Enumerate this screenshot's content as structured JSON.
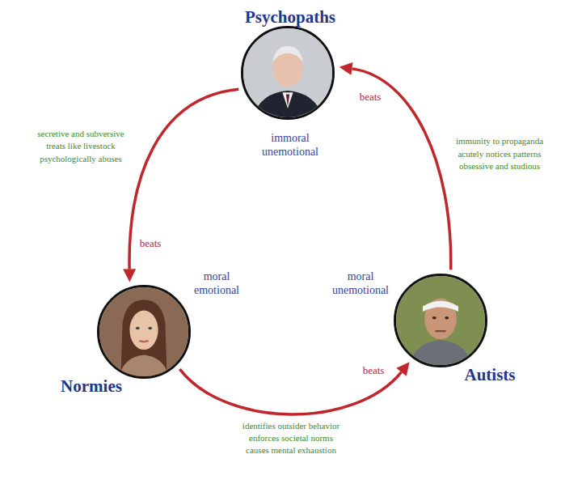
{
  "diagram": {
    "nodes": [
      {
        "text": [
          "Psychopaths",
          "immoral unemotional"
        ]
      },
      {
        "text": [
          "Normies",
          "moral emotional"
        ]
      },
      {
        "text": [
          "Autists",
          "moral unemotional"
        ]
      }
    ],
    "edges": [
      {
        "from": 0,
        "to": 1,
        "label": "beats",
        "arrow": "to"
      },
      {
        "from": 1,
        "to": 2,
        "label": "beats",
        "arrow": "to"
      },
      {
        "from": 2,
        "to": 0,
        "label": "beats",
        "arrow": "to"
      }
    ],
    "labels": [
      "secretive and subversive",
      "treats like livestock",
      "psychologically abuses",
      "immunity to propaganda",
      "acutely notices patterns",
      "obsessive and studious",
      "identifies outsider behavior",
      "enforces societal norms",
      "causes mental exhaustion"
    ]
  }
}
